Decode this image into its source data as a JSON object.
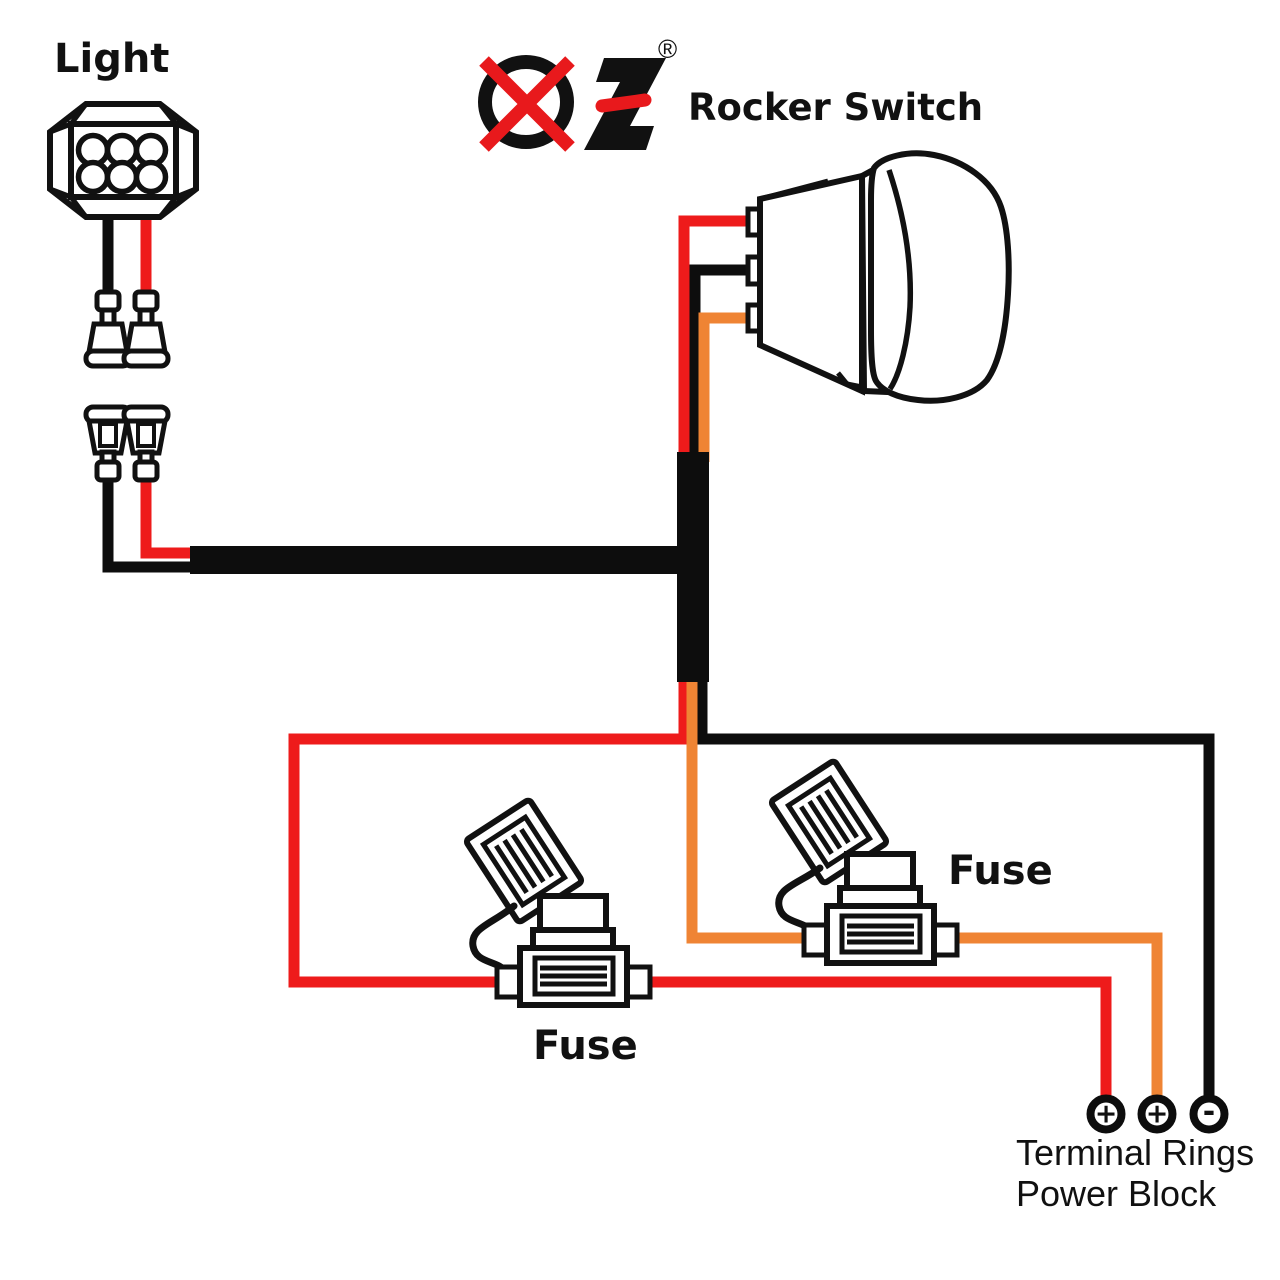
{
  "labels": {
    "light": "Light",
    "rocker_switch": "Rocker Switch",
    "fuse_left": "Fuse",
    "fuse_right": "Fuse",
    "terminal_rings": "Terminal Rings",
    "power_block": "Power Block",
    "registered": "®"
  },
  "logo": {
    "brand": "OZ",
    "o_color": "#111111",
    "x_color": "#e8191c",
    "z_color": "#111111",
    "dash_color": "#e8191c"
  },
  "terminals": {
    "ring_positive_1": "+",
    "ring_positive_2": "+",
    "ring_negative": "-"
  },
  "colors": {
    "wire_red": "#ee1b1b",
    "wire_orange": "#ef8434",
    "wire_black": "#0d0d0d",
    "outline": "#111111",
    "logo_red": "#e8191c",
    "background": "#ffffff"
  },
  "components": [
    {
      "id": "light-bar",
      "label": "Light",
      "type": "led-light-6-pods"
    },
    {
      "id": "bullet-connectors",
      "type": "quick-disconnect-pair",
      "wires": [
        "black",
        "red"
      ]
    },
    {
      "id": "harness-sleeve",
      "type": "wire-loom",
      "color": "black"
    },
    {
      "id": "rocker-switch",
      "label": "Rocker Switch",
      "terminal_wires_top_to_bottom": [
        "red",
        "black",
        "orange"
      ]
    },
    {
      "id": "fuse-holder-left",
      "label": "Fuse",
      "inline_wire": "red"
    },
    {
      "id": "fuse-holder-right",
      "label": "Fuse",
      "inline_wire": "orange"
    },
    {
      "id": "power-block",
      "label": "Power Block",
      "rings": [
        "+ red",
        "+ orange",
        "- black"
      ]
    }
  ],
  "wires": [
    {
      "id": "light-black",
      "color": "black",
      "from": "light-bar",
      "to": "harness-sleeve"
    },
    {
      "id": "light-red",
      "color": "red",
      "from": "light-bar",
      "to": "harness-sleeve"
    },
    {
      "id": "switch-red",
      "color": "red",
      "from": "rocker-switch-terminal-1",
      "to": "junction"
    },
    {
      "id": "switch-black",
      "color": "black",
      "from": "rocker-switch-terminal-2",
      "to": "junction"
    },
    {
      "id": "switch-orange",
      "color": "orange",
      "from": "rocker-switch-terminal-3",
      "to": "junction"
    },
    {
      "id": "red-feed",
      "color": "red",
      "from": "junction",
      "through": "fuse-holder-left",
      "to": "positive-ring-1"
    },
    {
      "id": "orange-feed",
      "color": "orange",
      "from": "junction",
      "through": "fuse-holder-right",
      "to": "positive-ring-2"
    },
    {
      "id": "ground",
      "color": "black",
      "from": "junction",
      "to": "negative-ring"
    }
  ]
}
